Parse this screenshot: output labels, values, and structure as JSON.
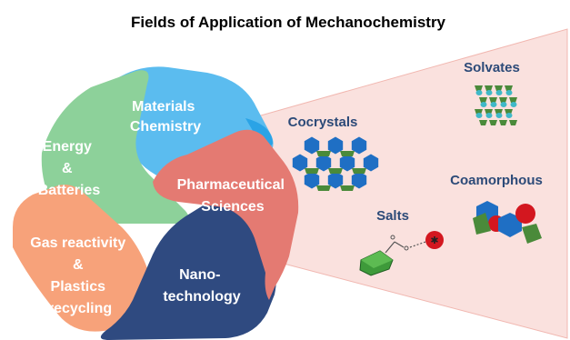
{
  "title": "Fields of Application of Mechanochemistry",
  "segments": [
    {
      "lines": [
        "Materials",
        "Chemistry"
      ],
      "color": "#5bbcef"
    },
    {
      "lines": [
        "Energy",
        "&",
        "Batteries"
      ],
      "color": "#8dd19a"
    },
    {
      "lines": [
        "Gas reactivity",
        "&",
        "Plastics",
        "recycling"
      ],
      "color": "#f7a27a"
    },
    {
      "lines": [
        "Nano-",
        "technology"
      ],
      "color": "#2f4a80"
    },
    {
      "lines": [
        "Pharmaceutical",
        "Sciences"
      ],
      "color": "#e47a72"
    }
  ],
  "categories": [
    {
      "label": "Cocrystals"
    },
    {
      "label": "Solvates"
    },
    {
      "label": "Coamorphous"
    },
    {
      "label": "Salts"
    }
  ],
  "colors": {
    "beam": "#f9dcd8",
    "hexagon_blue": "#1f6fc4",
    "trapezoid_green": "#4a8a3a",
    "teal": "#3fb9c8",
    "red": "#d3171f",
    "text_blue": "#2c4a78"
  }
}
